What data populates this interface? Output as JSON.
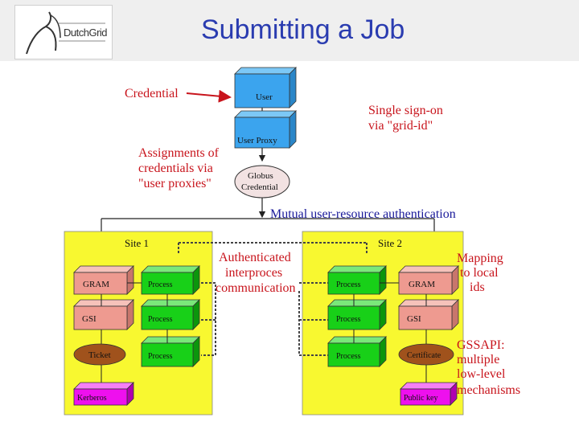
{
  "header": {
    "title": "Submitting a Job",
    "logo_text": "DutchGrid"
  },
  "colors": {
    "title_blue": "#2a3cb0",
    "label_red": "#c8141c",
    "label_blue": "#1a1a9a",
    "box_blue": "#3ba4ee",
    "box_pink": "#ee9a90",
    "box_green": "#18d018",
    "box_brown": "#a0521c",
    "box_magenta": "#ee10ee",
    "site_yellow": "#f8f830"
  },
  "diagram": {
    "credential_label": "Credential",
    "assignments_label": [
      "Assignments of",
      "credentials via",
      "\"user proxies\""
    ],
    "single_sign_on_label": [
      "Single sign-on",
      "via \"grid-id\""
    ],
    "user_box": "User",
    "user_proxy_box": "User Proxy",
    "globus_credential": [
      "Globus",
      "Credential"
    ],
    "mutual_auth_label": "Mutual user-resource authentication",
    "site1_label": "Site 1",
    "site2_label": "Site 2",
    "authenticated_label": [
      "Authenticated",
      "interproces",
      "communication"
    ],
    "mapping_label": [
      "Mapping",
      "to local",
      "ids"
    ],
    "gssapi_label": [
      "GSSAPI:",
      "multiple",
      "low-level",
      "mechanisms"
    ],
    "site1_boxes": {
      "gram": "GRAM",
      "gsi": "GSI",
      "ticket": "Ticket",
      "kerberos": "Kerberos",
      "process_1": "Process",
      "process_2": "Process",
      "process_3": "Process"
    },
    "site2_boxes": {
      "gram": "GRAM",
      "gsi": "GSI",
      "certificate": "Certificate",
      "public_key": "Public key",
      "process_1": "Process",
      "process_2": "Process",
      "process_3": "Process"
    }
  }
}
